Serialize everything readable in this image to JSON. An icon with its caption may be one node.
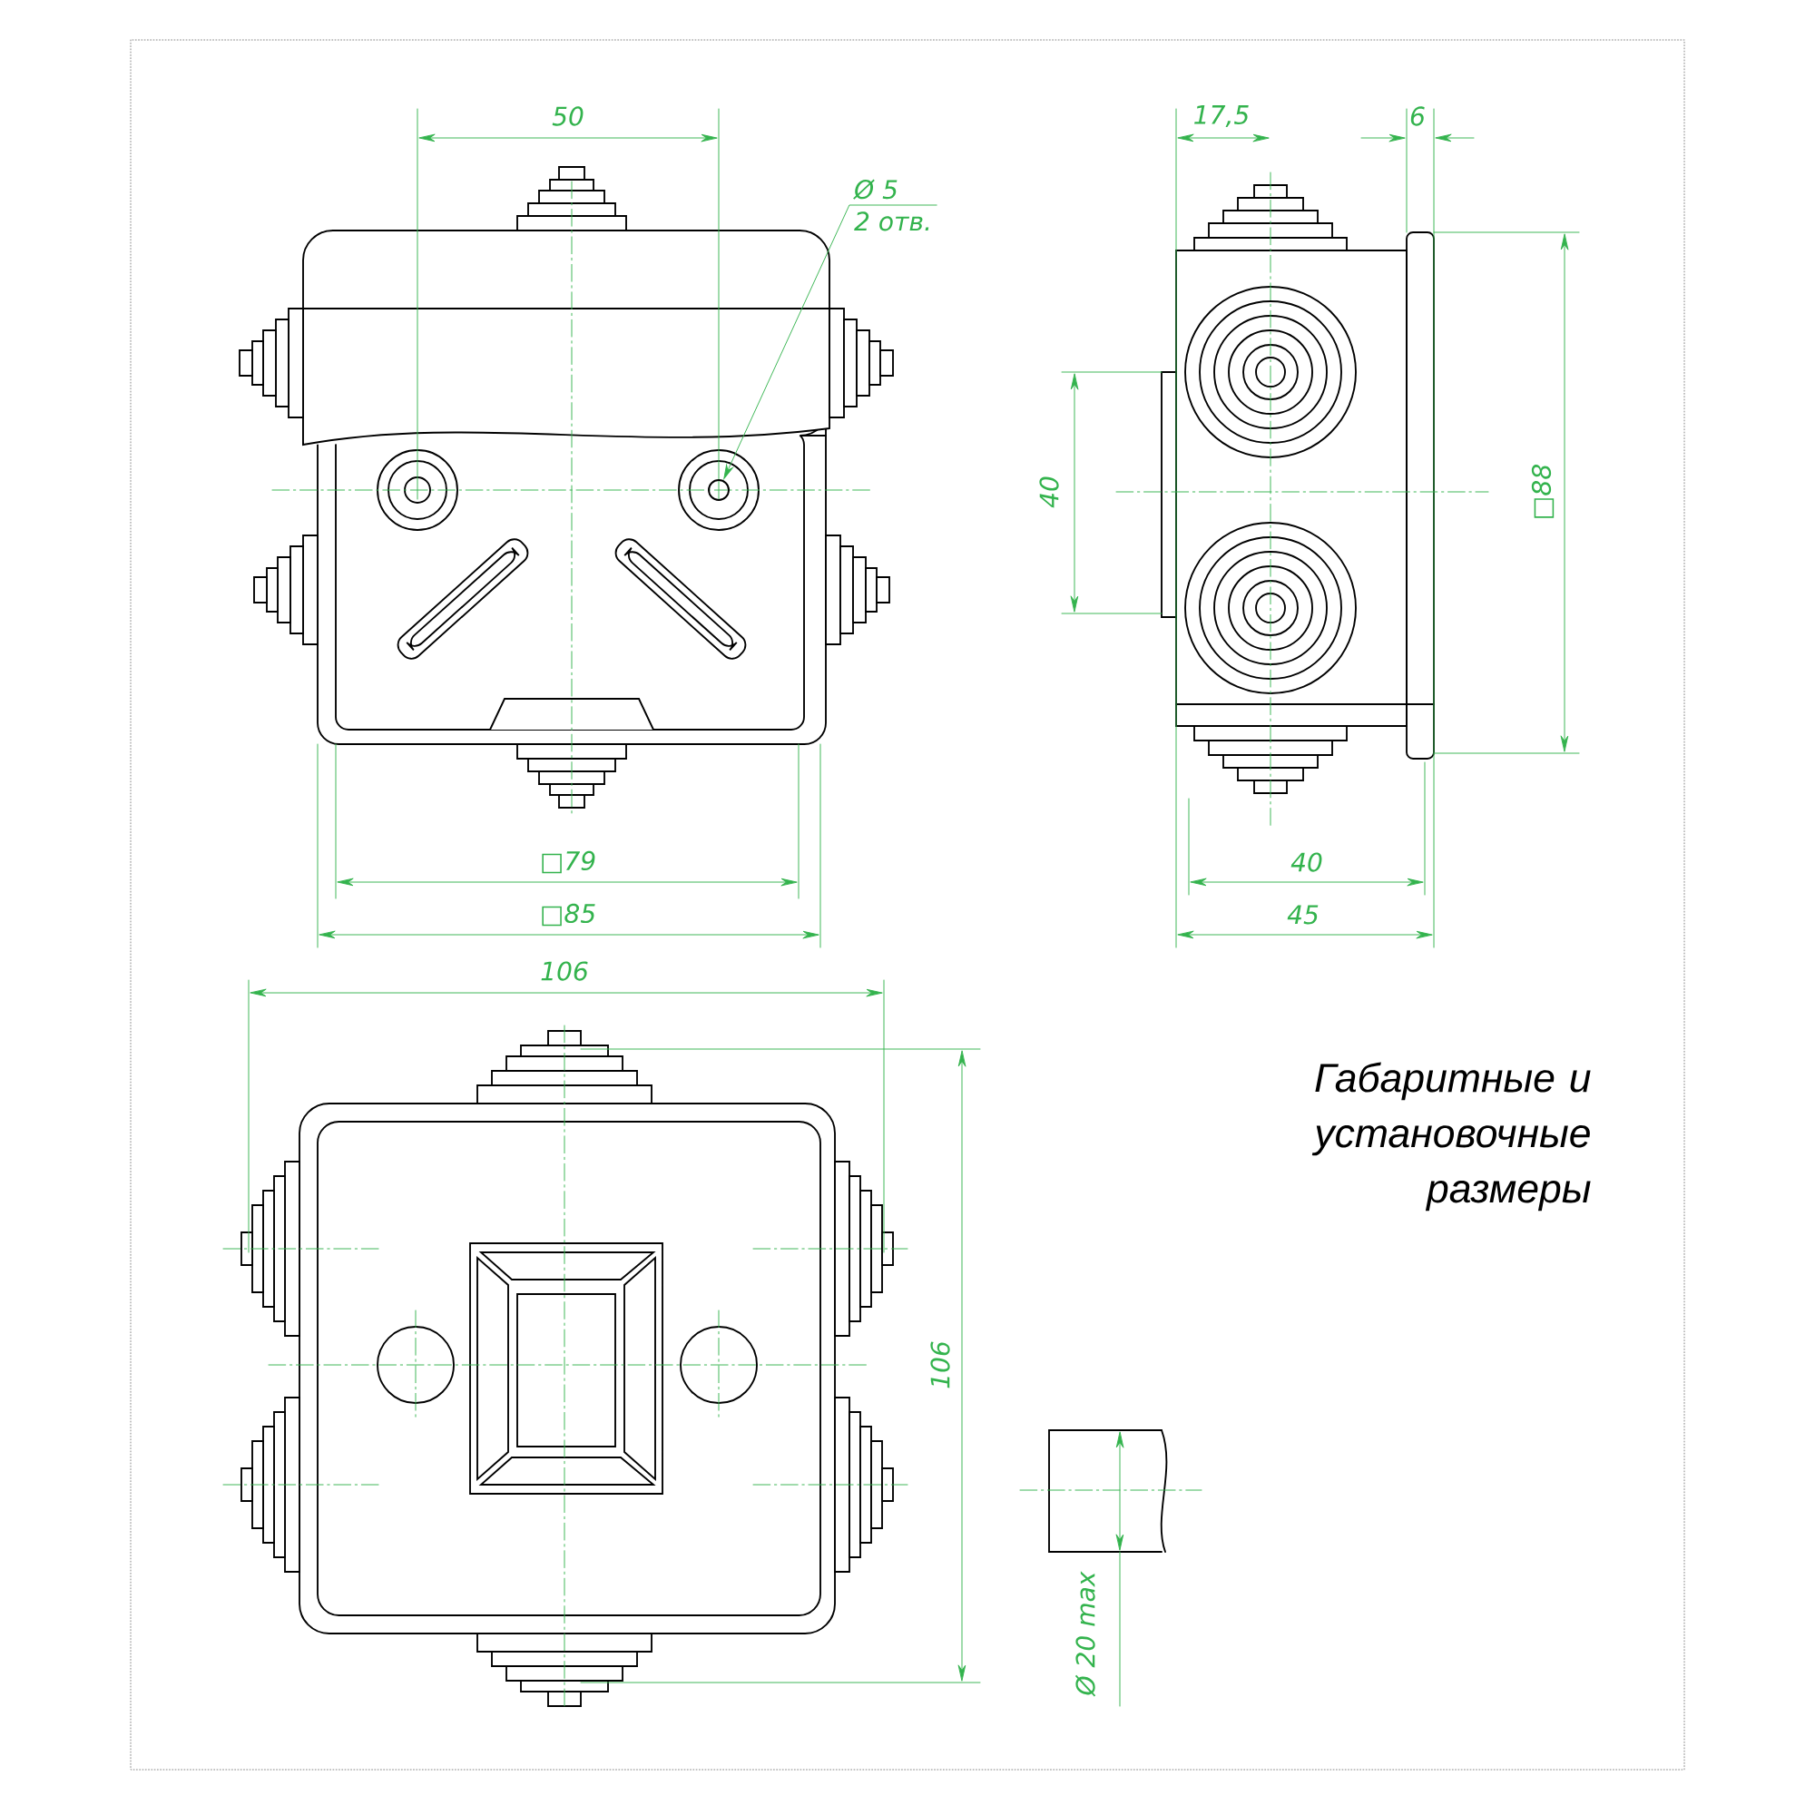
{
  "diagram": {
    "title": "Габаритные и установочные размеры",
    "nodes": [
      {
        "text": [
          "Ø 5",
          "2 отв."
        ]
      },
      {
        "text": [],
        "shape": "circle"
      }
    ],
    "edges": [
      {
        "from": 0,
        "to": 1,
        "arrow": "to"
      }
    ],
    "labels": [
      "50",
      "17,5",
      "6",
      "40",
      "□88",
      "□79",
      "□85",
      "40",
      "45",
      "106",
      "106",
      "Ø 20 max"
    ]
  }
}
